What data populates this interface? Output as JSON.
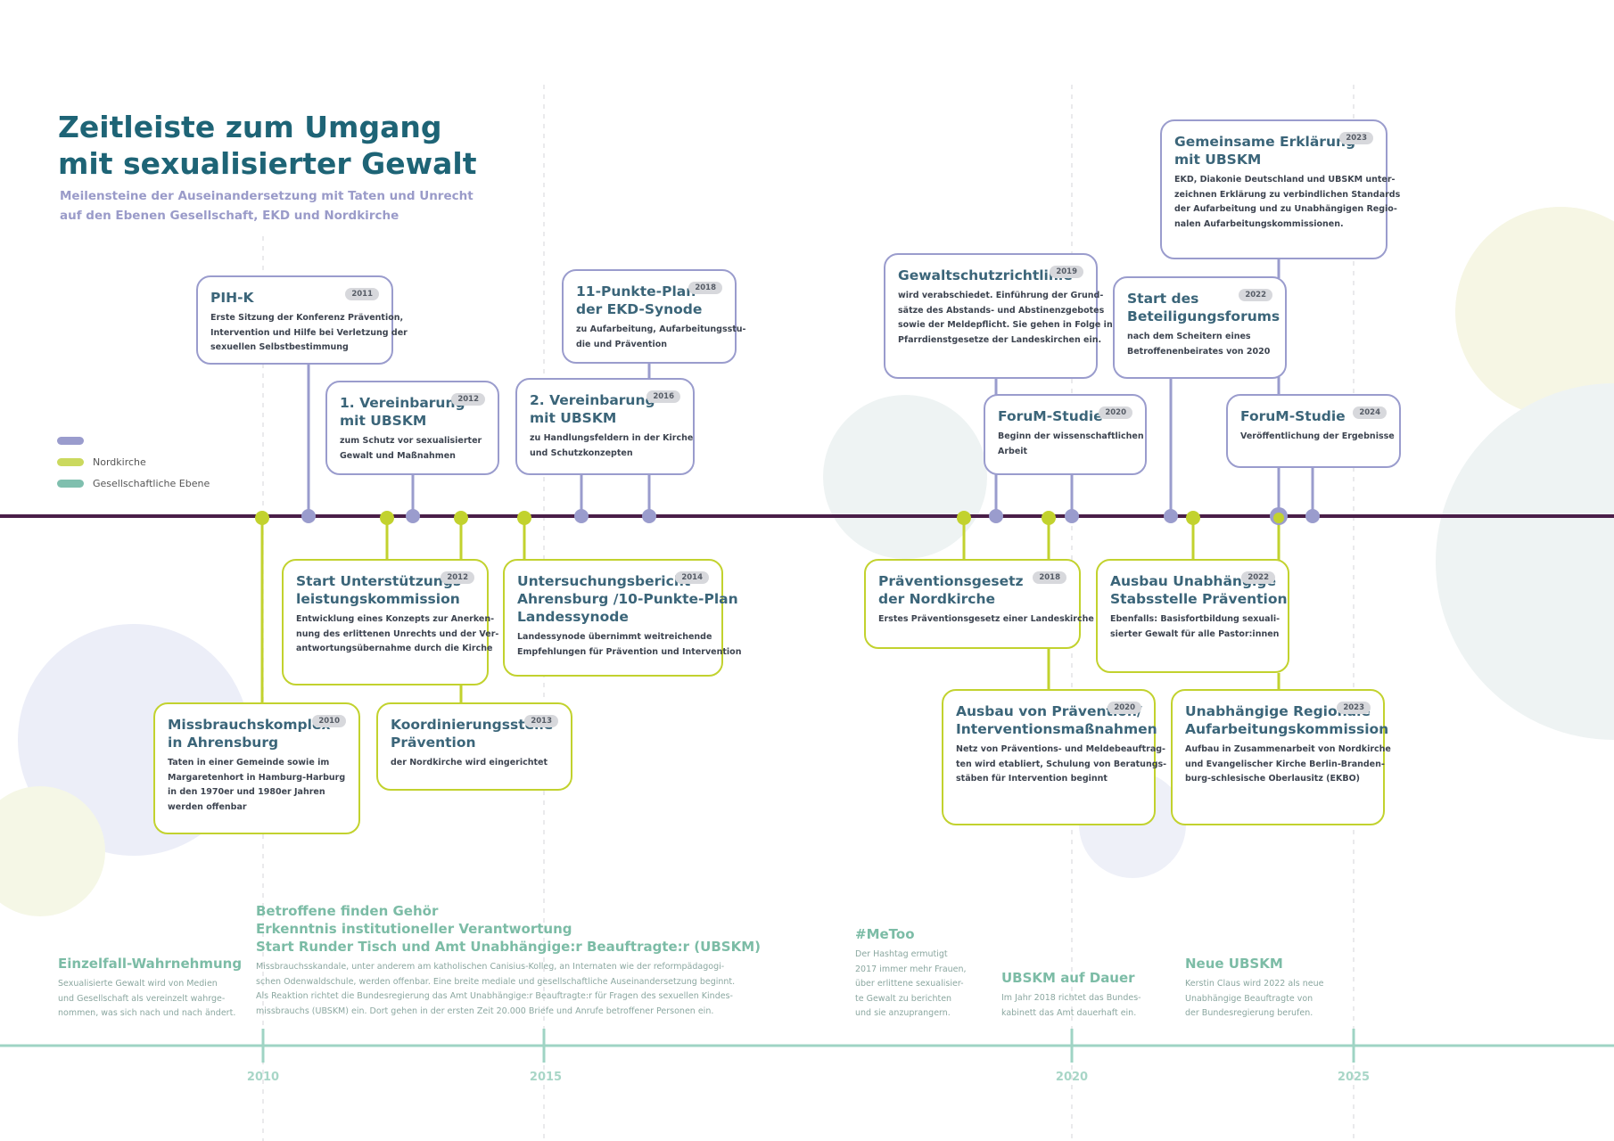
{
  "title": [
    "Zeitleiste zum Umgang",
    "mit sexualisierter Gewalt"
  ],
  "subtitle": [
    "Meilensteine der Auseinandersetzung mit Taten und Unrecht",
    "auf den Ebenen Gesellschaft, EKD und Nordkirche"
  ],
  "legend": [
    {
      "label": "",
      "color": "#9a9ccd"
    },
    {
      "label": "Nordkirche",
      "color": "#cbd95e"
    },
    {
      "label": "Gesellschaftliche Ebene",
      "color": "#7fbfae"
    }
  ],
  "colors": {
    "ekd": "#9a9ccd",
    "nordkirche": "#c2d22e",
    "society": "#9fd4c4",
    "axis": "#4a1e48",
    "title": "#1e6476"
  },
  "axis_years": [
    "2010",
    "2015",
    "2020",
    "2025"
  ],
  "ekd_events": [
    {
      "year": "2011",
      "title": [
        "PIH-K"
      ],
      "text": [
        "Erste Sitzung der Konferenz Prävention,",
        "Intervention und Hilfe bei Verletzung der",
        "sexuellen Selbstbestimmung"
      ]
    },
    {
      "year": "2012",
      "title": [
        "1. Vereinbarung",
        "mit UBSKM"
      ],
      "text": [
        "zum Schutz vor sexualisierter",
        "Gewalt und Maßnahmen"
      ]
    },
    {
      "year": "2018",
      "title": [
        "11-Punkte-Plan",
        "der EKD-Synode"
      ],
      "text": [
        "zu Aufarbeitung, Aufarbeitungsstu-",
        "die und Prävention"
      ]
    },
    {
      "year": "2016",
      "title": [
        "2. Vereinbarung",
        "mit UBSKM"
      ],
      "text": [
        "zu Handlungsfeldern in der Kirche",
        "und Schutzkonzepten"
      ]
    },
    {
      "year": "2019",
      "title": [
        "Gewaltschutzrichtlinie"
      ],
      "text": [
        "wird verabschiedet. Einführung der Grund-",
        "sätze des Abstands- und Abstinenzgebotes",
        "sowie der Meldepflicht. Sie gehen in Folge in",
        "Pfarrdienstgesetze der Landeskirchen ein."
      ]
    },
    {
      "year": "2020",
      "title": [
        "ForuM-Studie"
      ],
      "text": [
        "Beginn der wissenschaftlichen",
        "Arbeit"
      ]
    },
    {
      "year": "2022",
      "title": [
        "Start des",
        "Beteiligungsforums"
      ],
      "text": [
        "nach dem Scheitern eines",
        "Betroffenenbeirates von 2020"
      ]
    },
    {
      "year": "2023",
      "title": [
        "Gemeinsame Erklärung",
        "mit UBSKM"
      ],
      "text": [
        "EKD, Diakonie Deutschland und UBSKM unter-",
        "zeichnen Erklärung zu verbindlichen Standards",
        "der Aufarbeitung und zu Unabhängigen Regio-",
        "nalen Aufarbeitungskommissionen."
      ]
    },
    {
      "year": "2024",
      "title": [
        "ForuM-Studie"
      ],
      "text": [
        "Veröffentlichung der Ergebnisse"
      ]
    }
  ],
  "nk_events": [
    {
      "year": "2012",
      "title": [
        "Start Unterstützungs-",
        "leistungskommission"
      ],
      "text": [
        "Entwicklung eines Konzepts zur Anerken-",
        "nung des erlittenen Unrechts und der Ver-",
        "antwortungsübernahme durch die Kirche"
      ]
    },
    {
      "year": "2010",
      "title": [
        "Missbrauchskomplex",
        "in Ahrensburg"
      ],
      "text": [
        "Taten in einer Gemeinde sowie im",
        "Margaretenhort in Hamburg-Harburg",
        "in den 1970er und 1980er Jahren",
        "werden offenbar"
      ]
    },
    {
      "year": "2013",
      "title": [
        "Koordinierungsstelle",
        "Prävention"
      ],
      "text": [
        "der Nordkirche wird eingerichtet"
      ]
    },
    {
      "year": "2014",
      "title": [
        "Untersuchungsbericht",
        "Ahrensburg /10-Punkte-Plan",
        "Landessynode"
      ],
      "text": [
        "Landessynode übernimmt weitreichende",
        "Empfehlungen für Prävention und Intervention"
      ]
    },
    {
      "year": "2018",
      "title": [
        "Präventionsgesetz",
        "der Nordkirche"
      ],
      "text": [
        "Erstes Präventionsgesetz einer Landeskirche"
      ]
    },
    {
      "year": "2020",
      "title": [
        "Ausbau von Prävention/",
        "Interventionsmaßnahmen"
      ],
      "text": [
        "Netz von Präventions- und Meldebeauftrag-",
        "ten wird etabliert, Schulung von Beratungs-",
        "stäben für Intervention beginnt"
      ]
    },
    {
      "year": "2022",
      "title": [
        "Ausbau Unabhängige",
        "Stabsstelle Prävention"
      ],
      "text": [
        "Ebenfalls: Basisfortbildung sexuali-",
        "sierter Gewalt für alle Pastor:innen"
      ]
    },
    {
      "year": "2023",
      "title": [
        "Unabhängige Regionale",
        "Aufarbeitungskommission"
      ],
      "text": [
        "Aufbau in Zusammenarbeit von Nordkirche",
        "und Evangelischer Kirche Berlin-Branden-",
        "burg-schlesische Oberlausitz (EKBO)"
      ]
    }
  ],
  "society_eras": [
    {
      "title": [
        "Einzelfall-Wahrnehmung"
      ],
      "text": [
        "Sexualisierte Gewalt wird von Medien",
        "und Gesellschaft als vereinzelt wahrge-",
        "nommen, was sich nach und nach ändert."
      ]
    },
    {
      "title": [
        "Betroffene finden Gehör",
        "Erkenntnis institutioneller Verantwortung",
        "Start Runder Tisch und Amt Unabhängige:r Beauftragte:r (UBSKM)"
      ],
      "text": [
        "Missbrauchsskandale, unter anderem am katholischen Canisius-Kolleg, an Internaten wie der reformpädagogi-",
        "schen Odenwaldschule, werden offenbar. Eine breite mediale und gesellschaftliche Auseinandersetzung beginnt.",
        "Als Reaktion richtet die Bundesregierung das Amt Unabhängige:r Beauftragte:r für Fragen des sexuellen Kindes-",
        "missbrauchs (UBSKM) ein. Dort gehen in der ersten Zeit 20.000 Briefe und Anrufe betroffener Personen ein."
      ]
    },
    {
      "title": [
        "#MeToo"
      ],
      "text": [
        "Der Hashtag ermutigt",
        "2017 immer mehr Frauen,",
        "über erlittene sexualisier-",
        "te Gewalt zu berichten",
        "und sie anzuprangern."
      ]
    },
    {
      "title": [
        "UBSKM auf Dauer"
      ],
      "text": [
        "Im Jahr 2018 richtet das Bundes-",
        "kabinett das Amt dauerhaft ein."
      ]
    },
    {
      "title": [
        "Neue UBSKM"
      ],
      "text": [
        "Kerstin Claus wird 2022 als neue",
        "Unabhängige Beauftragte von",
        "der Bundesregierung berufen."
      ]
    }
  ]
}
